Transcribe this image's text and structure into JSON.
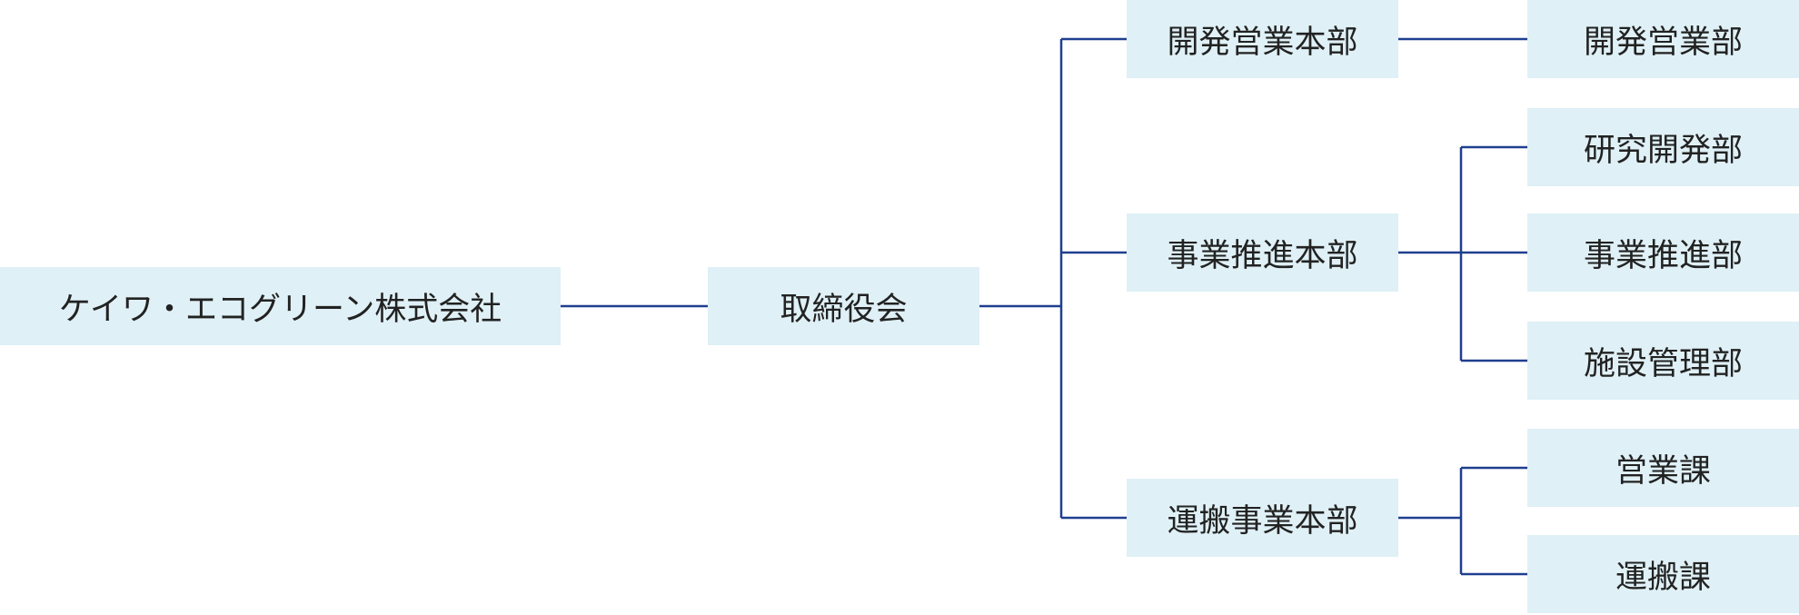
{
  "org_chart": {
    "company": "ケイワ・エコグリーン株式会社",
    "board": "取締役会",
    "headquarters": [
      {
        "label": "開発営業本部"
      },
      {
        "label": "事業推進本部"
      },
      {
        "label": "運搬事業本部"
      }
    ],
    "departments": {
      "development_sales": [
        {
          "label": "開発営業部"
        }
      ],
      "business_promotion": [
        {
          "label": "研究開発部"
        },
        {
          "label": "事業推進部"
        },
        {
          "label": "施設管理部"
        }
      ],
      "transport": [
        {
          "label": "営業課"
        },
        {
          "label": "運搬課"
        }
      ]
    }
  },
  "colors": {
    "box_fill": "#dff0f6",
    "connector": "#1f3f8f",
    "text": "#222222"
  }
}
